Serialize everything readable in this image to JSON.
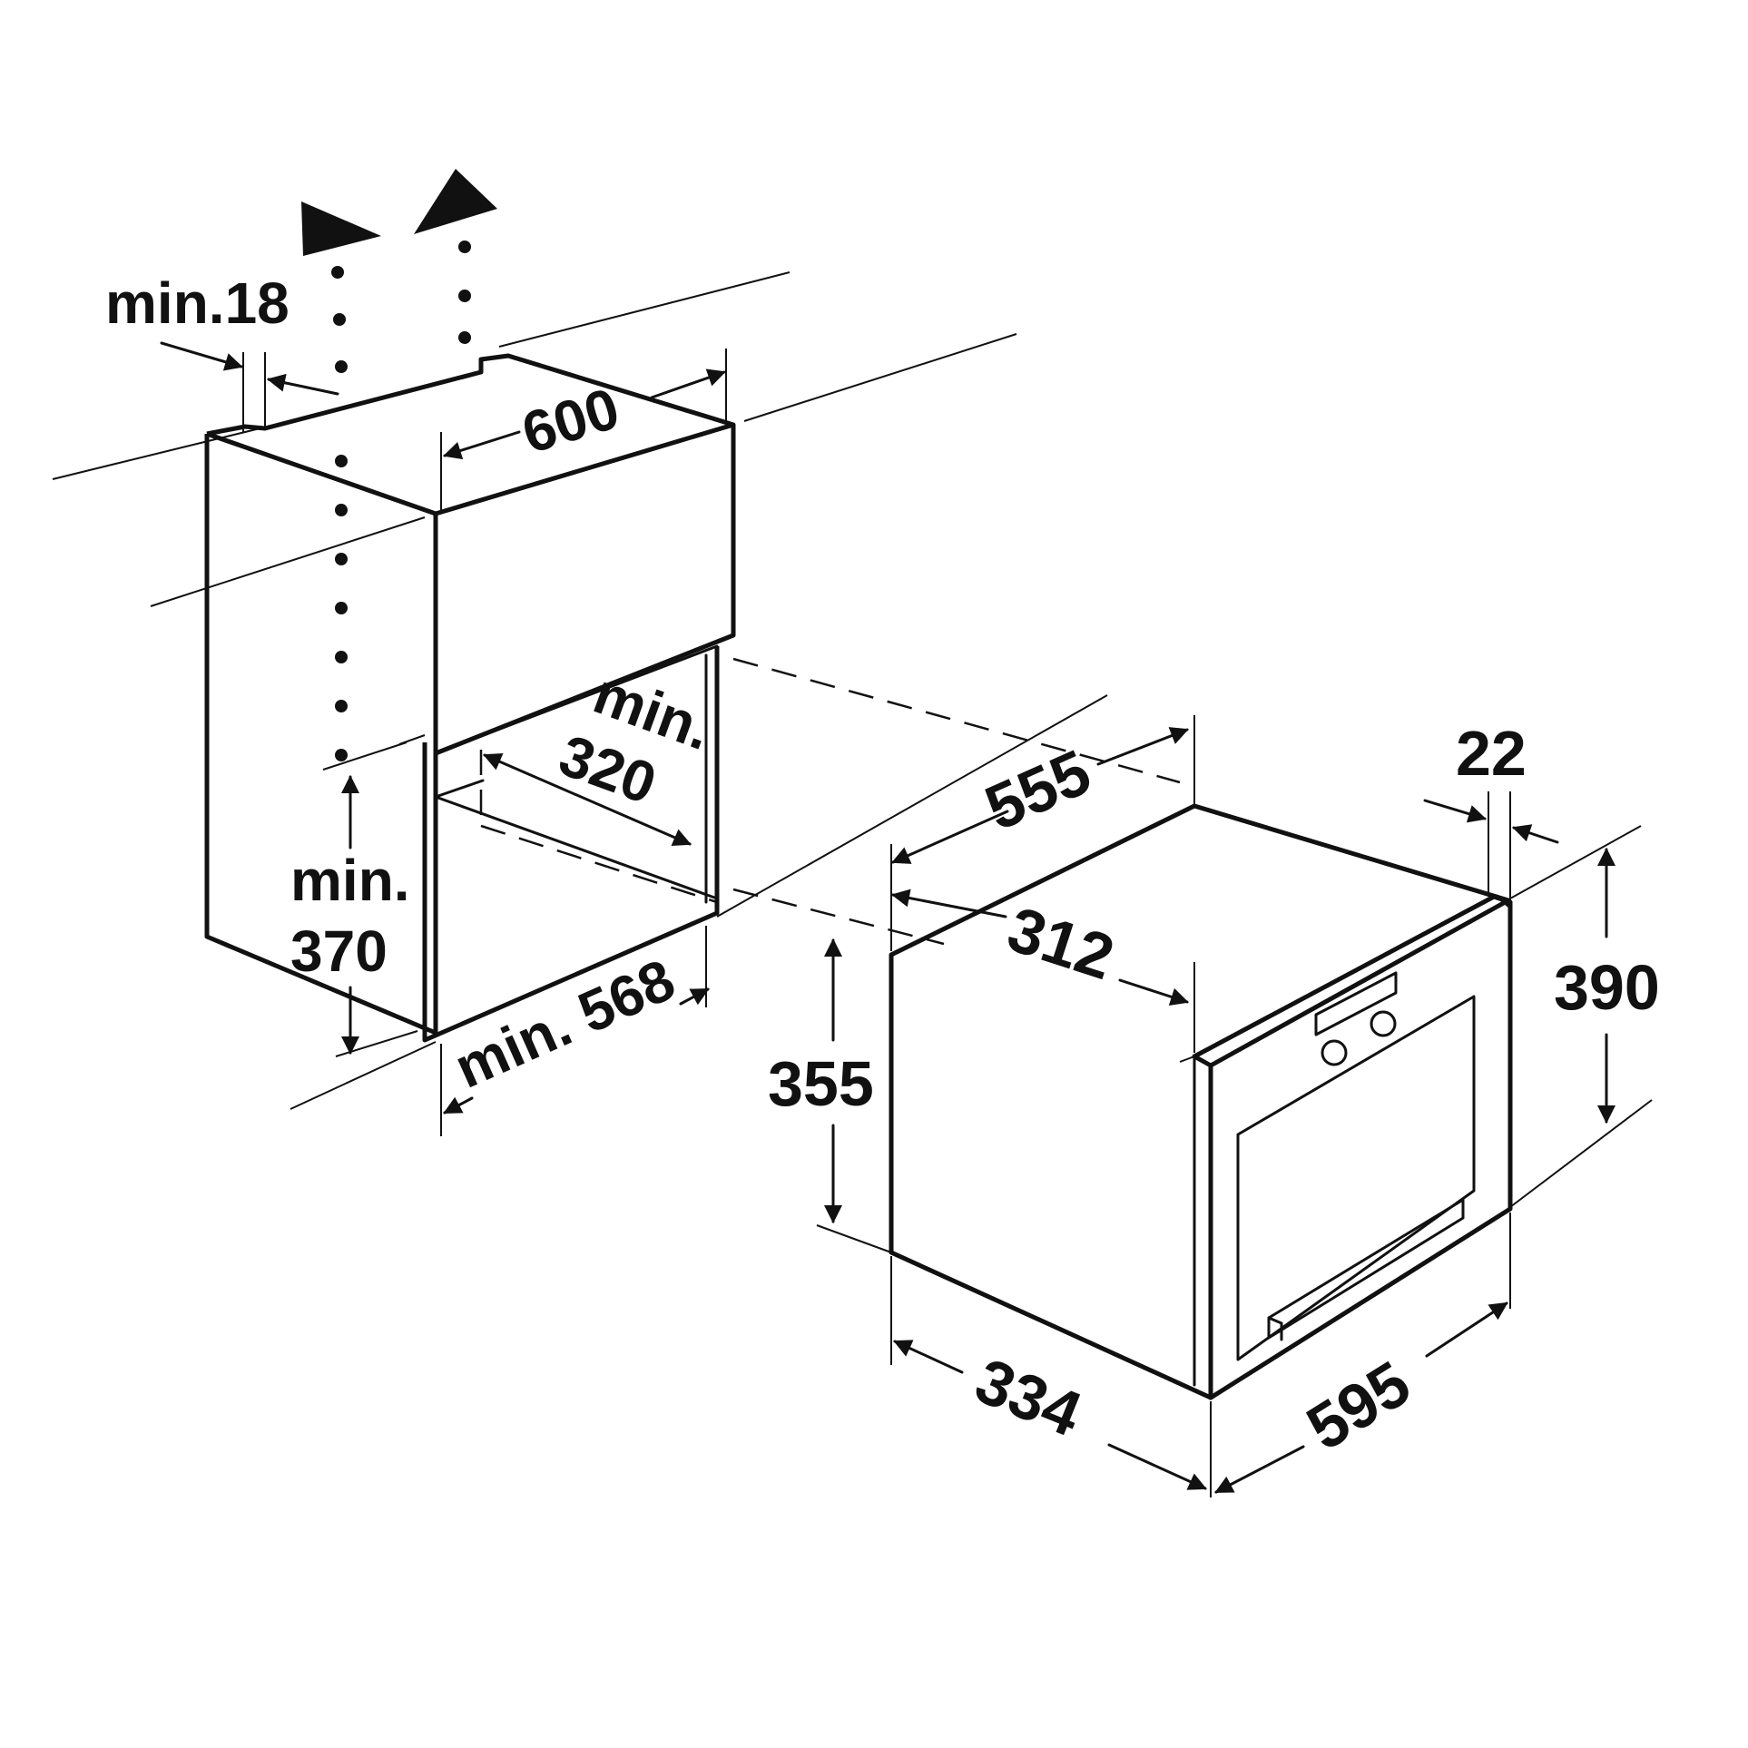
{
  "labels": {
    "min18": "min.18",
    "w600": "600",
    "min320_a": "min.",
    "min320_b": "320",
    "min370_a": "min.",
    "min370_b": "370",
    "min568": "min. 568",
    "d555": "555",
    "d312": "312",
    "d22": "22",
    "d390": "390",
    "d355": "355",
    "d334": "334",
    "d595": "595"
  },
  "colors": {
    "line": "#111111",
    "background": "#ffffff"
  }
}
